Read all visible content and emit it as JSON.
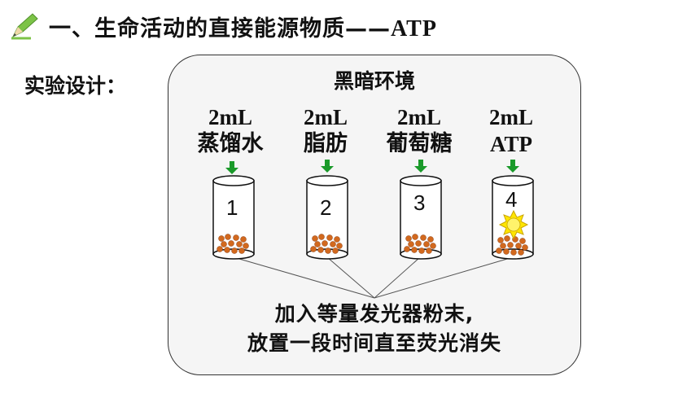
{
  "header": {
    "title": "一、生命活动的直接能源物质",
    "dash": "——",
    "suffix": "ATP",
    "icon": "pencil-icon"
  },
  "design_label": "实验设计：",
  "environment": "黑暗环境",
  "tubes": [
    {
      "amount": "2mL",
      "reagent": "蒸馏水",
      "number": "1",
      "glowing": false
    },
    {
      "amount": "2mL",
      "reagent": "脂肪",
      "number": "2",
      "glowing": false
    },
    {
      "amount": "2mL",
      "reagent": "葡萄糖",
      "number": "3",
      "glowing": false
    },
    {
      "amount": "2mL",
      "reagent": "ATP",
      "number": "4",
      "glowing": true
    }
  ],
  "note_line1": "加入等量发光器粉末,",
  "note_line2": "放置一段时间直至荧光消失",
  "colors": {
    "arrow": "#1a9a2a",
    "particle": "#d2691e",
    "sun": "#ffe600",
    "pencil": "#6abf3b"
  }
}
